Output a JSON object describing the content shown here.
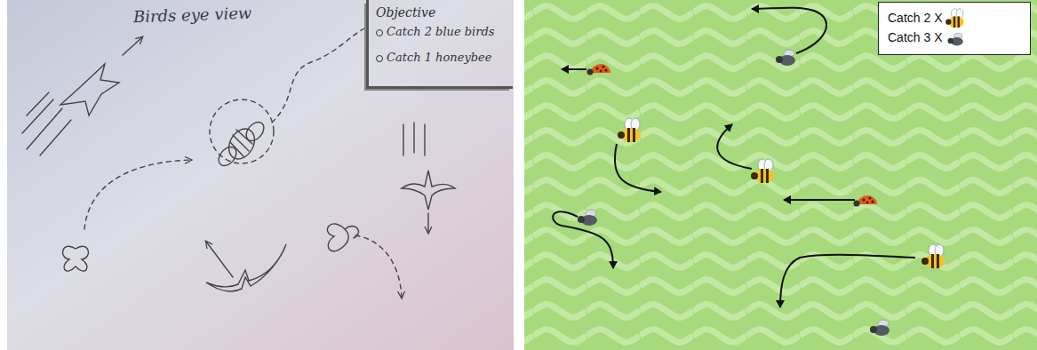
{
  "diagram": {
    "nodes": [
      {
        "text": [
          "Objective",
          "Catch 2 blue birds",
          "Catch 1 honeybee"
        ]
      },
      {
        "text": [
          "Catch 2 X",
          "Catch 3 X"
        ]
      }
    ],
    "labels": [
      "Birds eye view"
    ]
  }
}
